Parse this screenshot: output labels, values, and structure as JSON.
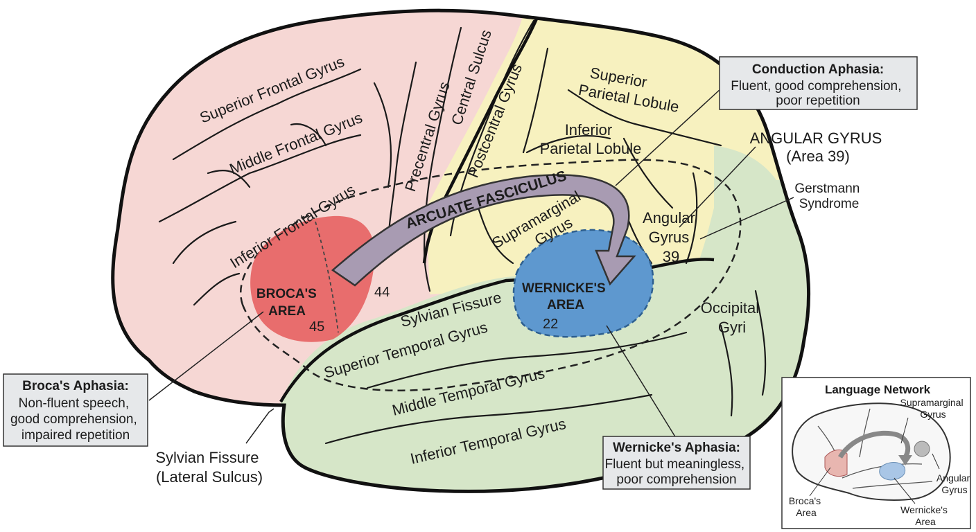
{
  "frontal": {
    "superior_frontal_gyrus": "Superior Frontal Gyrus",
    "middle_frontal_gyrus": "Middle Frontal Gyrus",
    "inferior_frontal_gyrus": "Inferior Frontal Gyrus",
    "precentral_gyrus": "Precentral Gyrus",
    "central_sulcus": "Central Sulcus"
  },
  "parietal": {
    "postcentral_gyrus": "Postcentral Gyrus",
    "superior_parietal_lobule": [
      "Superior",
      "Parietal Lobule"
    ],
    "inferior_parietal_lobule": [
      "Inferior",
      "Parietal Lobule"
    ],
    "supramarginal_gyrus": [
      "Supramarginal",
      "Gyrus"
    ],
    "angular_gyrus": [
      "Angular",
      "Gyrus",
      "39"
    ]
  },
  "temporal": {
    "sylvian_fissure_inner": "Sylvian Fissure",
    "superior_temporal_gyrus": "Superior Temporal Gyrus",
    "middle_temporal_gyrus": "Middle Temporal Gyrus",
    "inferior_temporal_gyrus": "Inferior Temporal Gyrus"
  },
  "occipital": {
    "occipital_gyri": [
      "Occipital",
      "Gyri"
    ]
  },
  "arcuate_fasciculus": "ARCUATE FASCICULUS",
  "broca_area": {
    "name": [
      "BROCA'S",
      "AREA"
    ],
    "area_45": "45",
    "area_44": "44"
  },
  "wernicke_area": {
    "name": [
      "WERNICKE'S",
      "AREA"
    ],
    "area_22": "22"
  },
  "callouts": {
    "conduction": {
      "title": "Conduction Aphasia:",
      "lines": [
        "Fluent, good comprehension,",
        "poor repetition"
      ]
    },
    "broca": {
      "title": "Broca's Aphasia:",
      "lines": [
        "Non-fluent speech,",
        "good comprehension,",
        "impaired repetition"
      ]
    },
    "wernicke": {
      "title": "Wernicke's Aphasia:",
      "lines": [
        "Fluent but meaningless,",
        "poor comprehension"
      ]
    }
  },
  "angular_gyrus_label": [
    "ANGULAR GYRUS",
    "(Area 39)"
  ],
  "gerstmann_label": [
    "Gerstmann",
    "Syndrome"
  ],
  "sylvian_fissure_label": [
    "Sylvian Fissure",
    "(Lateral Sulcus)"
  ],
  "inset": {
    "title": "Language Network",
    "supramarginal": [
      "Supramarginal",
      "Gyrus"
    ],
    "angular": [
      "Angular",
      "Gyrus"
    ],
    "broca": [
      "Broca's",
      "Area"
    ],
    "wernicke": [
      "Wernicke's",
      "Area"
    ]
  },
  "colors": {
    "frontal": "#f6d7d4",
    "parietal": "#f7f1bf",
    "temporal": "#d6e6c8",
    "broca": "#e55b5b",
    "wernicke": "#5e98cf",
    "arcuate": "#a89bb2",
    "callout_bg": "#e6e8ea"
  }
}
